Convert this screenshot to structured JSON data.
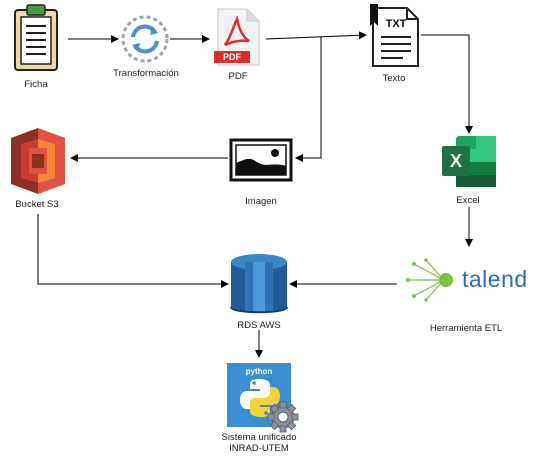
{
  "nodes": {
    "ficha": {
      "label": "Ficha",
      "icon": "clipboard-icon"
    },
    "transformacion": {
      "label": "Transformación",
      "icon": "refresh-cycle-icon"
    },
    "pdf": {
      "label": "PDF",
      "icon": "pdf-file-icon",
      "badge": "PDF"
    },
    "texto": {
      "label": "Texto",
      "icon": "txt-file-icon",
      "badge": "TXT"
    },
    "excel": {
      "label": "Excel",
      "icon": "excel-icon",
      "badge": "X"
    },
    "talend": {
      "label": "Herramienta ETL",
      "icon": "talend-logo-icon",
      "logo_text": "talend"
    },
    "rds": {
      "label": "RDS AWS",
      "icon": "database-icon"
    },
    "imagen": {
      "label": "Imagen",
      "icon": "image-icon"
    },
    "s3": {
      "label": "Bucket S3",
      "icon": "s3-bucket-icon"
    },
    "sistema": {
      "label_line1": "Sistema unificado",
      "label_line2": "INRAD-UTEM",
      "icon": "python-gear-icon",
      "logo_text": "python"
    }
  },
  "colors": {
    "arrow": "#000000",
    "pdf_red": "#d8312c",
    "excel_green": "#1e7145",
    "s3_red": "#d9432f",
    "rds_blue": "#2e73b8",
    "talend_teal": "#2a6fb4",
    "python_blue": "#3b8fd0"
  }
}
